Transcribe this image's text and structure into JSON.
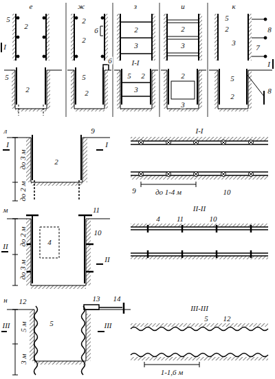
{
  "diagram": {
    "labels": [
      "е",
      "ж",
      "з",
      "и",
      "к",
      "5",
      "2",
      "I",
      "2",
      "2",
      "6",
      "2",
      "3",
      "2",
      "3",
      "5",
      "2",
      "3",
      "7",
      "8",
      "I",
      "5",
      "2",
      "6",
      "5",
      "2",
      "I-I",
      "5",
      "2",
      "3",
      "2",
      "3",
      "5",
      "2",
      "8",
      "л",
      "9",
      "I",
      "I",
      "до 3 м",
      "до 2 м",
      "2",
      "I-I",
      "9",
      "до 1-4 м",
      "10",
      "м",
      "4",
      "11",
      "II",
      "II",
      "10",
      "до 2 м",
      "до 3 м",
      "II-II",
      "4",
      "11",
      "10",
      "н",
      "12",
      "5",
      "13",
      "14",
      "III",
      "III",
      "5 м",
      "3 м",
      "III-III",
      "5",
      "12",
      "1-1,6 м"
    ]
  }
}
